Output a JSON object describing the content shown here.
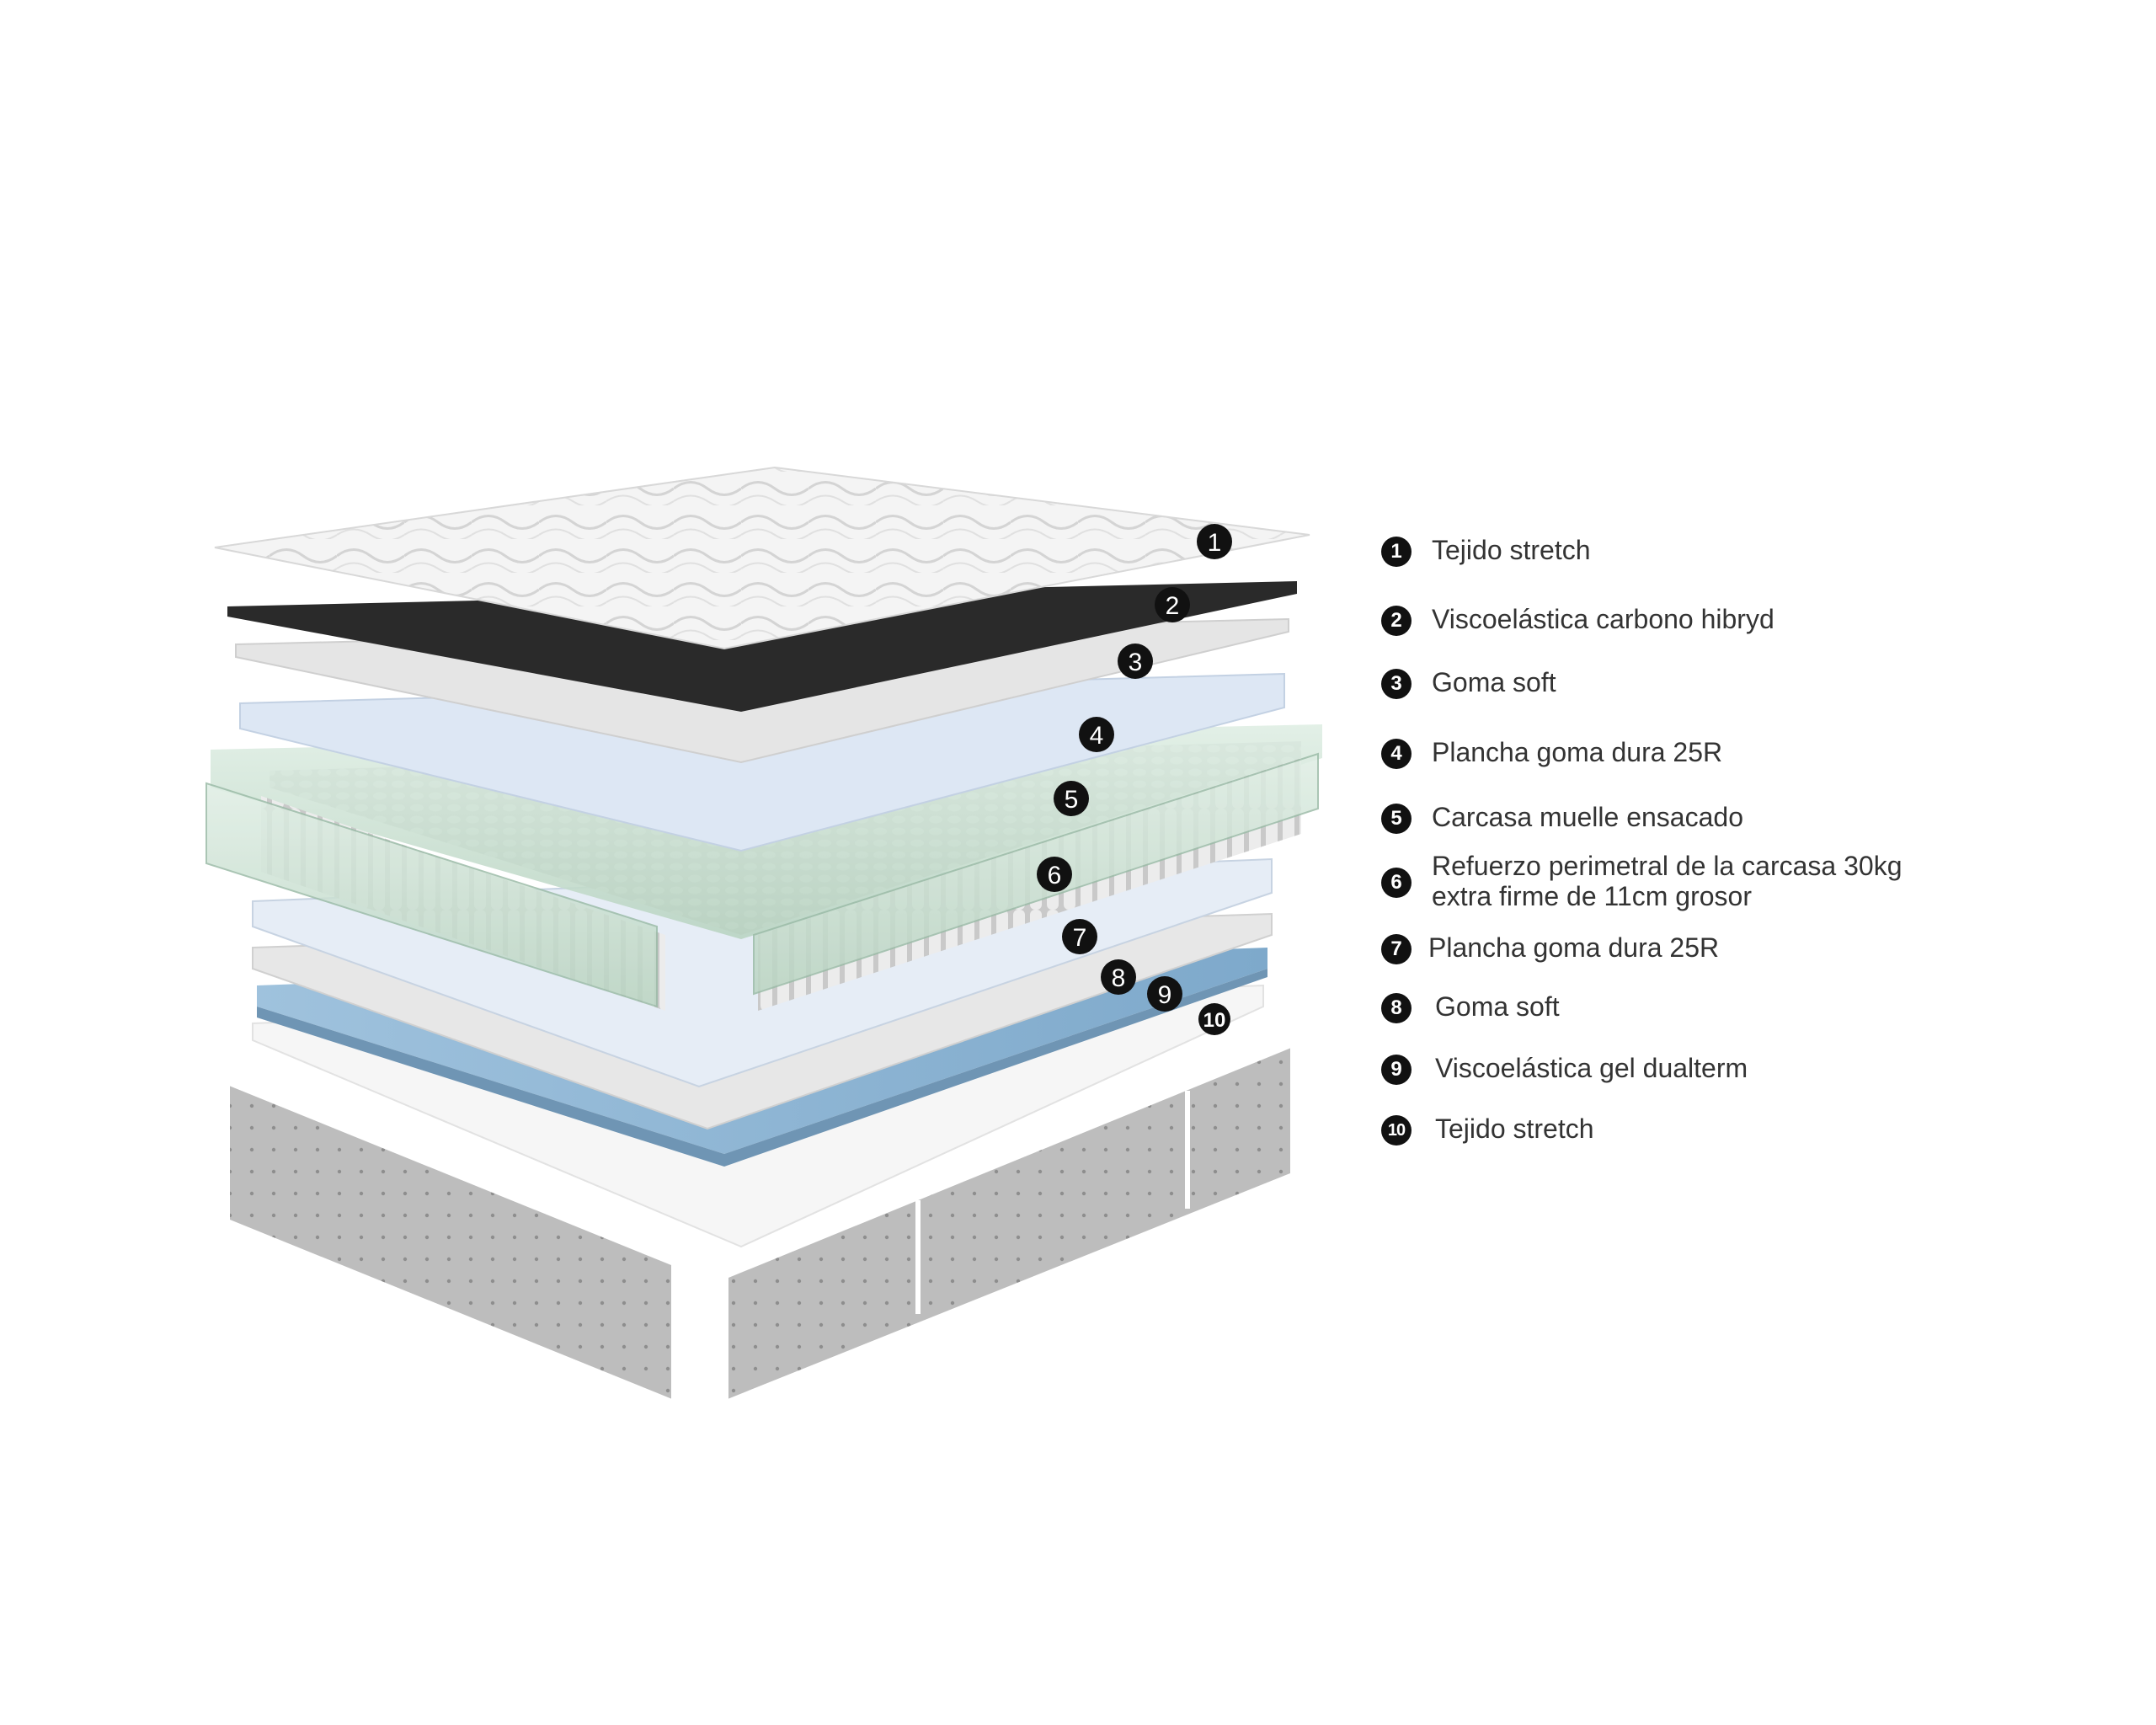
{
  "layers": [
    {
      "number": "1",
      "label": "Tejido stretch"
    },
    {
      "number": "2",
      "label": "Viscoelástica carbono hibryd"
    },
    {
      "number": "3",
      "label": "Goma soft"
    },
    {
      "number": "4",
      "label": "Plancha goma dura 25R"
    },
    {
      "number": "5",
      "label": "Carcasa muelle ensacado"
    },
    {
      "number": "6",
      "label": "Refuerzo perimetral de la carcasa 30kg\nextra firme de 11cm grosor"
    },
    {
      "number": "7",
      "label": "Plancha goma dura 25R"
    },
    {
      "number": "8",
      "label": "Goma soft"
    },
    {
      "number": "9",
      "label": "Viscoelástica gel dualterm"
    },
    {
      "number": "10",
      "label": "Tejido stretch"
    }
  ],
  "colors": {
    "badge": "#111111",
    "text": "#333333",
    "quilt_top": "#f2f2f2",
    "carbon_layer": "#2b2b2b",
    "soft_foam": "#e6e6e6",
    "hard_foam": "#dfe9f5",
    "springs": "#d9d9d9",
    "perimeter_frame": "#cfe3d6",
    "gel_layer": "#8fb6d6",
    "side_panel": "#b8b8b8"
  }
}
